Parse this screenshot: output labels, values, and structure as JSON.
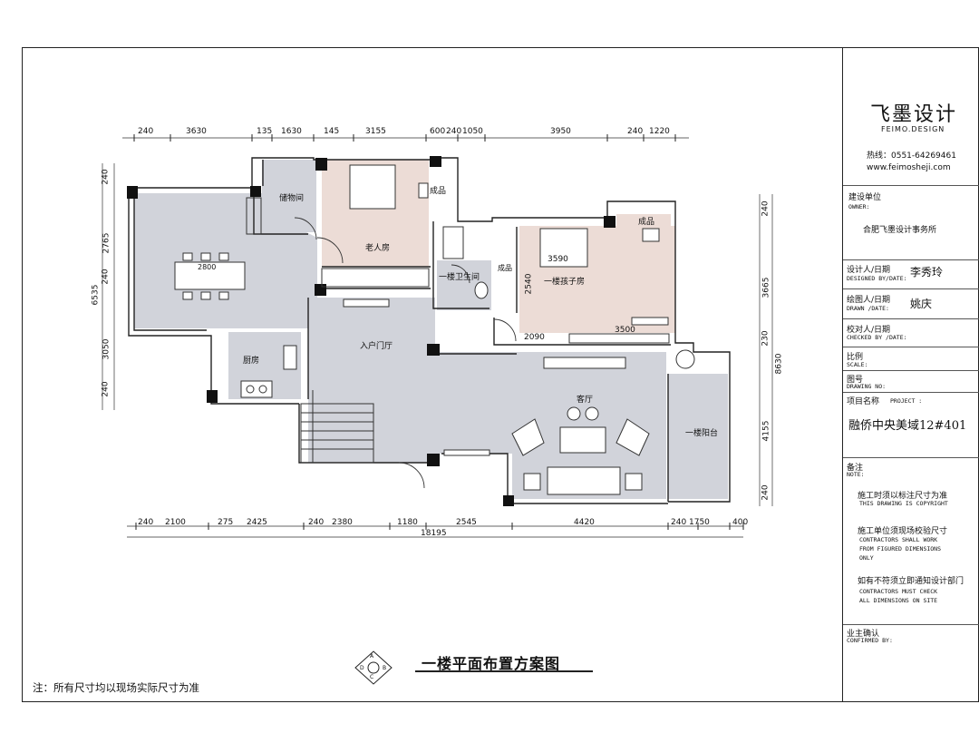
{
  "title_block": {
    "firm_name": "飞墨设计",
    "firm_name_en": "FEIMO.DESIGN",
    "hotline": "热线：0551-64269461",
    "website": "www.feimosheji.com",
    "owner_label": "建设单位",
    "owner_label_en": "OWNER:",
    "owner_value": "合肥飞墨设计事务所",
    "designer_label": "设计人/日期",
    "designer_label_en": "DESIGNED BY/DATE:",
    "designer_value": "李秀玲",
    "drawn_label": "绘图人/日期",
    "drawn_label_en": "DRAWN /DATE:",
    "drawn_value": "姚庆",
    "checked_label": "校对人/日期",
    "checked_label_en": "CHECKED BY /DATE:",
    "scale_label": "比例",
    "scale_label_en": "SCALE:",
    "drawing_no_label": "图号",
    "drawing_no_label_en": "DRAWING NO:",
    "project_label": "项目名称",
    "project_label_en": "PROJECT :",
    "project_value": "融侨中央美域12#401",
    "notes_label": "备注",
    "notes_label_en": "NOTE:",
    "note1": "施工时须以标注尺寸为准",
    "note1_en": "THIS DRAWING IS COPYRIGHT",
    "note2": "施工单位须现场校验尺寸",
    "note2_en1": "CONTRACTORS SHALL WORK",
    "note2_en2": "FROM FIGURED DIMENSIONS",
    "note2_en3": "ONLY",
    "note3": "如有不符须立即通知设计部门",
    "note3_en1": "CONTRACTORS MUST CHECK",
    "note3_en2": "ALL DIMENSIONS ON SITE",
    "confirm_label": "业主确认",
    "confirm_label_en": "CONFIRMED BY:"
  },
  "plan": {
    "caption": "一楼平面布置方案图",
    "footnote": "注：所有尺寸均以现场实际尺寸为准",
    "compass": [
      "A",
      "B",
      "C",
      "D"
    ],
    "rooms": {
      "storage": "储物间",
      "elder_room": "老人房",
      "finished_1": "成品",
      "bathroom": "一楼卫生间",
      "child_room": "一楼孩子房",
      "finished_2": "成品",
      "finished_3": "成品",
      "kitchen": "厨房",
      "foyer": "入户门厅",
      "living": "客厅",
      "balcony": "一楼阳台"
    },
    "top_dims": [
      "240",
      "3630",
      "135",
      "1630",
      "145",
      "3155",
      "600",
      "240",
      "1050",
      "3950",
      "240",
      "1220"
    ],
    "bottom_dims": [
      "240",
      "2100",
      "275",
      "2425",
      "240",
      "2380",
      "1180",
      "2545",
      "4420",
      "240",
      "1750",
      "400"
    ],
    "total_width": "18195",
    "left_dims": [
      "240",
      "2765",
      "240",
      "3050",
      "240"
    ],
    "left_total": "6535",
    "right_dims": [
      "240",
      "3665",
      "230",
      "4155",
      "240"
    ],
    "right_total": "8630",
    "inner_dims": [
      "3590",
      "2540",
      "2090",
      "3500"
    ],
    "table_dim": "2800"
  }
}
